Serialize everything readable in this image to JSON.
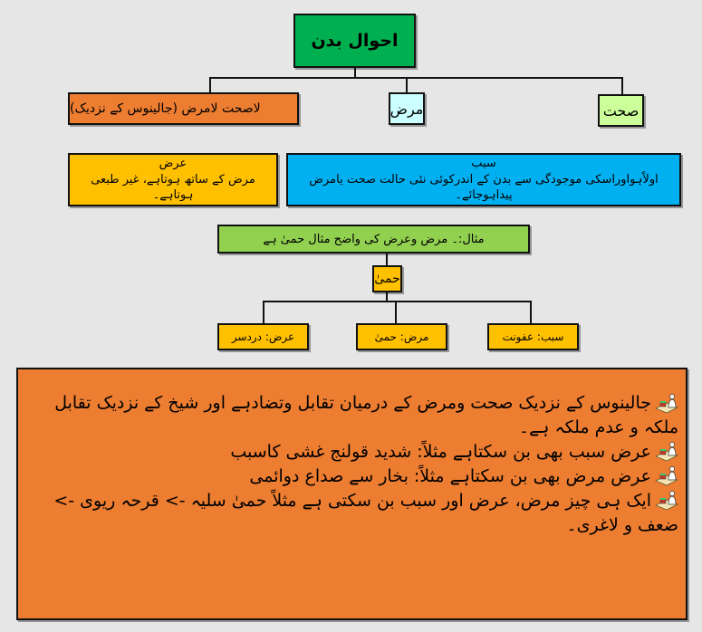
{
  "diagram": {
    "root": {
      "label": "احوال بدن",
      "color": "#00b050"
    },
    "level1": [
      {
        "id": "sehat",
        "label": "صحت",
        "color": "#ccff99"
      },
      {
        "id": "marz",
        "label": "مرض",
        "color": "#ccffff"
      },
      {
        "id": "lahsehat",
        "label": "لاصحت لامرض (جالینوس کے نزدیک)",
        "color": "#ed7d31"
      }
    ],
    "definitions": {
      "sabab": {
        "title": "سبب",
        "text": "اولاًہواوراسکی موجودگی سے بدن کے اندرکوئی نئی حالت صحت یامرض پیداہوجائے۔",
        "color": "#00b0f0"
      },
      "arz": {
        "title": "عرض",
        "text": "مرض کے ساتھ ہوتاہے، غیر طبعی ہوتاہے۔",
        "color": "#ffc000"
      }
    },
    "example": {
      "heading": "مثال:۔ مرض وعرض کی واضح مثال حمیٰ ہے",
      "heading_color": "#92d050",
      "center": "حمیٰ",
      "children": [
        {
          "id": "sabab",
          "label": "سبب: عفونت"
        },
        {
          "id": "marz",
          "label": "مرض: حمیٰ"
        },
        {
          "id": "arz",
          "label": "عرض: دردسر"
        }
      ],
      "children_color": "#ffc000"
    },
    "notes": {
      "color": "#ed7d31",
      "icon": "scholar-reading-icon",
      "items": [
        "جالینوس کے نزدیک صحت ومرض کے درمیان تقابل وتضادہے اور شیخ کے نزدیک تقابل ملکہ و عدم ملکہ ہے۔",
        "عرض سبب بھی بن سکتاہے مثلاً: شدید قولنج غشی کاسبب",
        "عرض مرض بھی بن سکتاہے مثلاً: بخار سے صداع دوائمی",
        "ایک ہی چیز مرض، عرض اور سبب بن سکتی ہے مثلاً حمیٰ سلیہ -> قرحہ ریوی -> ضعف و لاغری۔"
      ]
    }
  }
}
